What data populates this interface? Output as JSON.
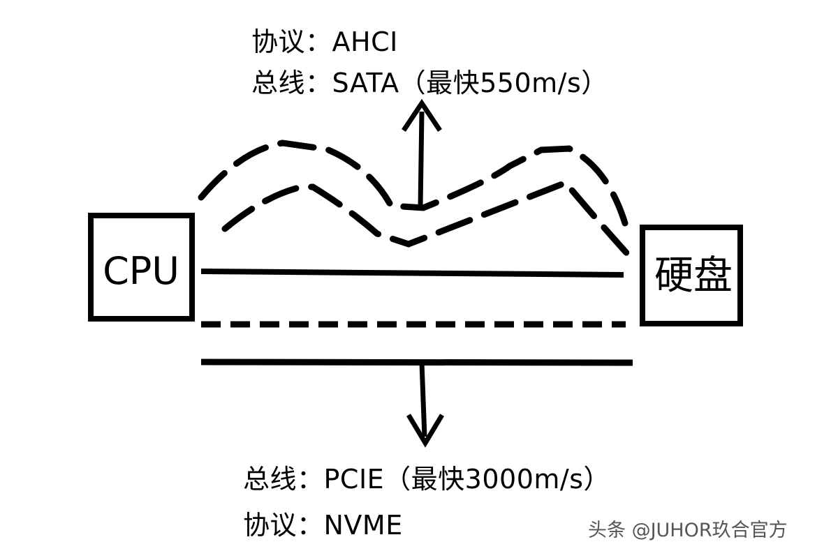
{
  "colors": {
    "ink": "#000000",
    "background": "#ffffff",
    "watermark": "#555555"
  },
  "nodes": {
    "cpu": "CPU",
    "disk": "硬盘"
  },
  "top_info": {
    "protocol": "协议：AHCI",
    "bus": "总线：SATA（最快550m/s）"
  },
  "bottom_info": {
    "bus": "总线：PCIE（最快3000m/s）",
    "protocol": "协议：NVME"
  },
  "watermark": "头条 @JUHOR玖合官方"
}
